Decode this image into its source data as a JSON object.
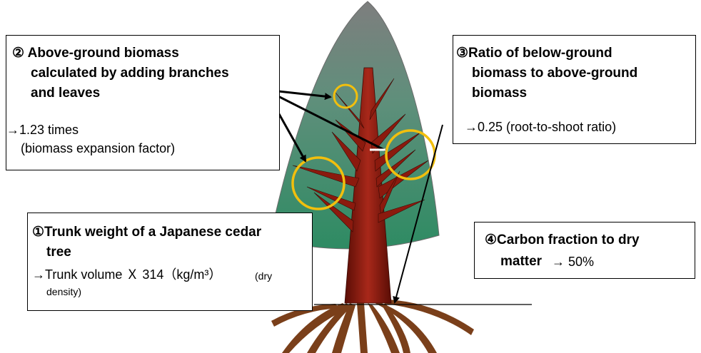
{
  "boxes": {
    "aboveground": {
      "heading": [
        "② Above-ground biomass",
        "calculated by adding branches",
        "and leaves"
      ],
      "detail": [
        "→1.23 times",
        "(biomass expansion factor)"
      ]
    },
    "belowground": {
      "heading": [
        "③Ratio of below-ground",
        "biomass to above-ground",
        "biomass"
      ],
      "detail": "→0.25 (root-to-shoot ratio)"
    },
    "trunk": {
      "heading": [
        "①Trunk weight of a Japanese cedar",
        "tree"
      ],
      "detail": "→Trunk volume Ｘ 314（kg/m³）",
      "detail_small": [
        "(dry",
        "density)"
      ]
    },
    "carbon": {
      "heading": [
        "④Carbon fraction to dry",
        "matter"
      ],
      "detail": "→  50%"
    }
  },
  "colors": {
    "crown_top": "#7e7e7e",
    "crown_bottom": "#2e8b63",
    "trunk": "#8b1a0e",
    "roots": "#7a3f1a",
    "circle": "#f2bf0d"
  }
}
